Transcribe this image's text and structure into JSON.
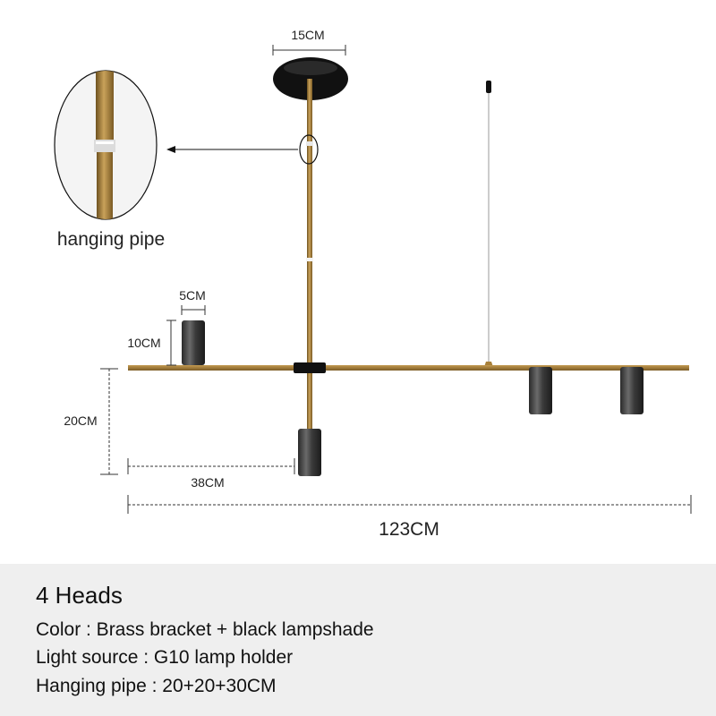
{
  "diagram": {
    "dimensions": {
      "canopy_width": "15CM",
      "shade_width": "5CM",
      "shade_height": "10CM",
      "drop_height": "20CM",
      "offset_length": "38CM",
      "total_length": "123CM"
    },
    "callout_label": "hanging pipe"
  },
  "specs": {
    "title": "4 Heads",
    "color": "Color : Brass bracket + black lampshade",
    "light_source": "Light source : G10 lamp holder",
    "hanging_pipe": "Hanging pipe : 20+20+30CM"
  },
  "colors": {
    "brass": "#a8803a",
    "shade": "#3a3a3a",
    "canopy": "#111111",
    "panel": "#efefef"
  }
}
